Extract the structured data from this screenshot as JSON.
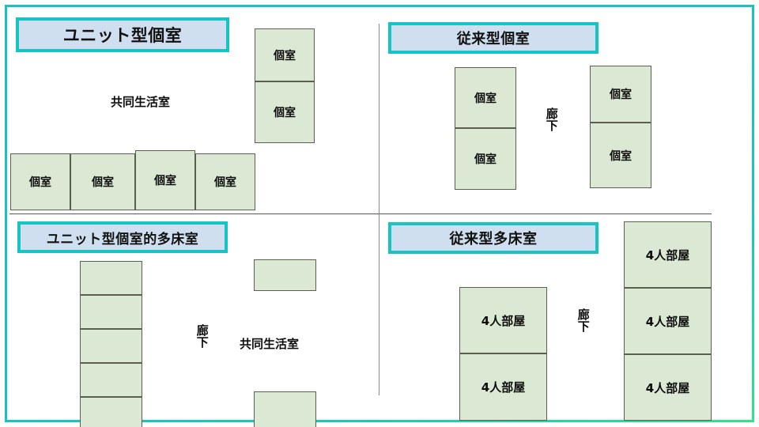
{
  "frame": {
    "border_color": "#16c4c4",
    "accent_gradient_end": "#35e08a"
  },
  "palette": {
    "title_fill": "#cfdfef",
    "title_border": "#16c4c4",
    "room_fill": "#dbe8d3",
    "room_border": "#5a5f52",
    "divider": "#595959",
    "text": "#0d0d0d"
  },
  "quadrants": {
    "top_left": {
      "title": "ユニット型個室",
      "common_room_label": "共同生活室",
      "rooms": [
        {
          "label": "個室"
        },
        {
          "label": "個室"
        },
        {
          "label": "個室"
        },
        {
          "label": "個室"
        },
        {
          "label": "個室"
        },
        {
          "label": "個室"
        }
      ]
    },
    "top_right": {
      "title": "従来型個室",
      "corridor_label": "廊下",
      "rooms": [
        {
          "label": "個室"
        },
        {
          "label": "個室"
        },
        {
          "label": "個室"
        },
        {
          "label": "個室"
        }
      ]
    },
    "bottom_left": {
      "title": "ユニット型個室的多床室",
      "corridor_label": "廊下",
      "common_room_label": "共同生活室",
      "rooms": [
        {
          "label": ""
        },
        {
          "label": ""
        },
        {
          "label": ""
        },
        {
          "label": ""
        },
        {
          "label": ""
        },
        {
          "label": ""
        },
        {
          "label": ""
        }
      ]
    },
    "bottom_right": {
      "title": "従来型多床室",
      "corridor_label": "廊下",
      "rooms": [
        {
          "label": "4人部屋"
        },
        {
          "label": "4人部屋"
        },
        {
          "label": "4人部屋"
        },
        {
          "label": "4人部屋"
        },
        {
          "label": "4人部屋"
        }
      ]
    }
  }
}
